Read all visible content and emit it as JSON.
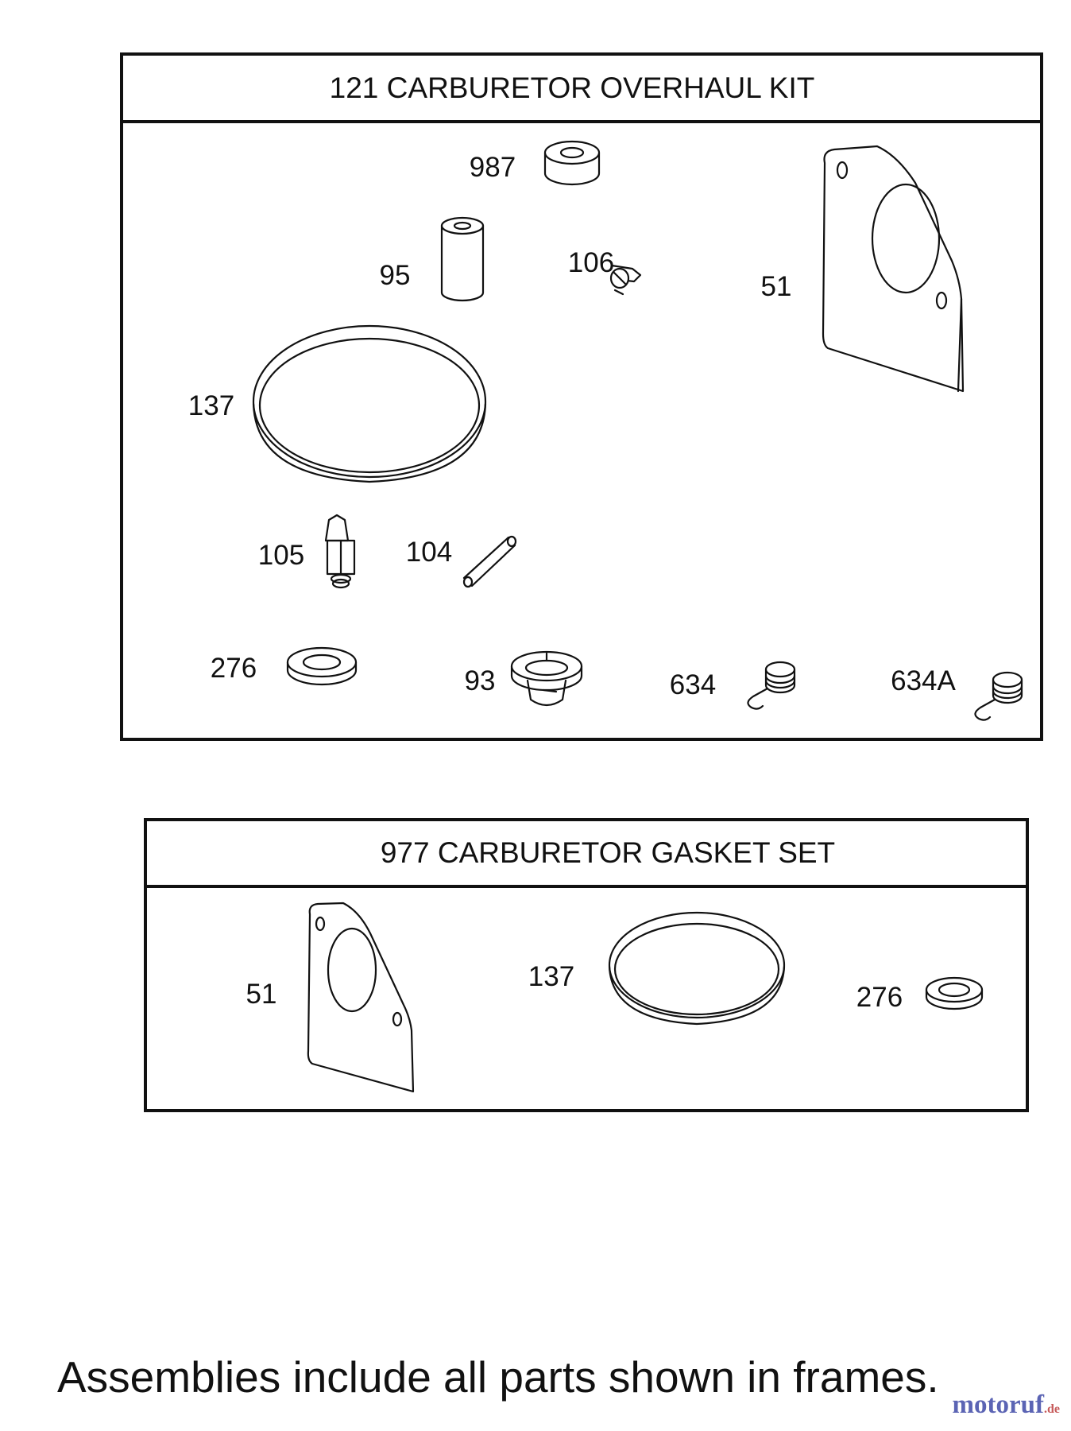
{
  "frames": [
    {
      "title": "121 CARBURETOR OVERHAUL KIT",
      "callouts": [
        "987",
        "106",
        "95",
        "51",
        "137",
        "105",
        "104",
        "276",
        "93",
        "634",
        "634A"
      ]
    },
    {
      "title": "977 CARBURETOR GASKET SET",
      "callouts": [
        "51",
        "137",
        "276"
      ]
    }
  ],
  "note": "Assemblies include all parts shown in frames.",
  "watermark": {
    "main": "motoruf",
    "suffix": ".de"
  },
  "colors": {
    "line": "#111111",
    "watermark_main": "#5b64b4",
    "watermark_suffix": "#c65a5a"
  }
}
